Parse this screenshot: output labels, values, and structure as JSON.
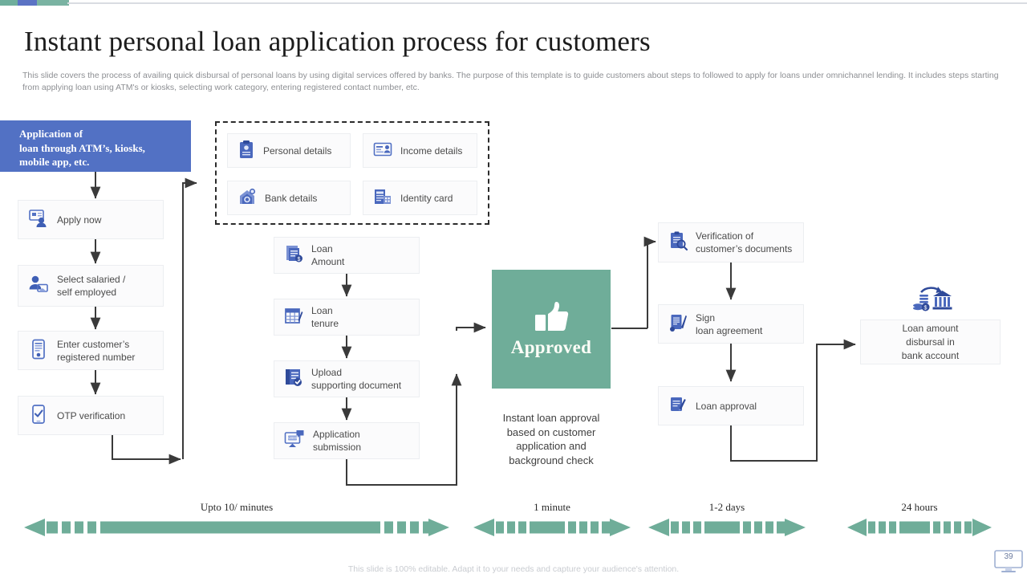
{
  "brand": {
    "green": "#6fad99",
    "blue": "#5271c4",
    "bar_green": "#6fae9c",
    "bar_blue": "#5b73c4"
  },
  "header": {
    "title": "Instant personal loan application process for customers",
    "subtitle": "This slide covers the process of availing quick disbursal of personal loans by using digital services offered by banks. The purpose of this template is to guide customers about steps to followed to apply for loans under omnichannel lending. It includes steps starting from applying loan using ATM's or kiosks, selecting work category, entering registered contact number, etc."
  },
  "entry": {
    "label": "Application  of\nloan through  ATM’s, kiosks,\nmobile app,  etc."
  },
  "left_column": [
    {
      "label": "Apply now",
      "icon": "apply-now-icon"
    },
    {
      "label": "Select salaried  /\nself employed",
      "icon": "employment-type-icon"
    },
    {
      "label": "Enter customer’s\nregistered  number",
      "icon": "mobile-number-icon"
    },
    {
      "label": "OTP verification",
      "icon": "otp-mobile-icon"
    }
  ],
  "documents": [
    {
      "label": "Personal details",
      "icon": "clipboard-person-icon"
    },
    {
      "label": "Income details",
      "icon": "income-card-icon"
    },
    {
      "label": "Bank details",
      "icon": "bank-house-icon"
    },
    {
      "label": "Identity card",
      "icon": "identity-card-icon"
    }
  ],
  "middle_column": [
    {
      "label": "Loan\nAmount",
      "icon": "loan-amount-icon"
    },
    {
      "label": "Loan\ntenure",
      "icon": "calendar-tenure-icon"
    },
    {
      "label": "Upload\nsupporting document",
      "icon": "upload-document-icon"
    },
    {
      "label": "Application\nsubmission",
      "icon": "application-submit-icon"
    }
  ],
  "approved": {
    "badge_label": "Approved",
    "icon": "thumbs-up-icon",
    "caption": "Instant loan approval\nbased on customer\napplication and\nbackground check"
  },
  "right_column": [
    {
      "label": "Verification of\ncustomer’s documents",
      "icon": "verify-documents-icon"
    },
    {
      "label": "Sign\nloan agreement",
      "icon": "sign-agreement-icon"
    },
    {
      "label": "Loan approval",
      "icon": "loan-approval-icon"
    }
  ],
  "disbursal": {
    "label": "Loan amount\ndisbursal in\nbank account",
    "icon": "money-to-bank-icon"
  },
  "timeline": [
    {
      "label": "Upto 10/ minutes"
    },
    {
      "label": "1 minute"
    },
    {
      "label": "1-2 days"
    },
    {
      "label": "24 hours"
    }
  ],
  "footer": {
    "note": "This slide is 100% editable. Adapt it to your needs and capture your audience's attention.",
    "page": "39"
  }
}
